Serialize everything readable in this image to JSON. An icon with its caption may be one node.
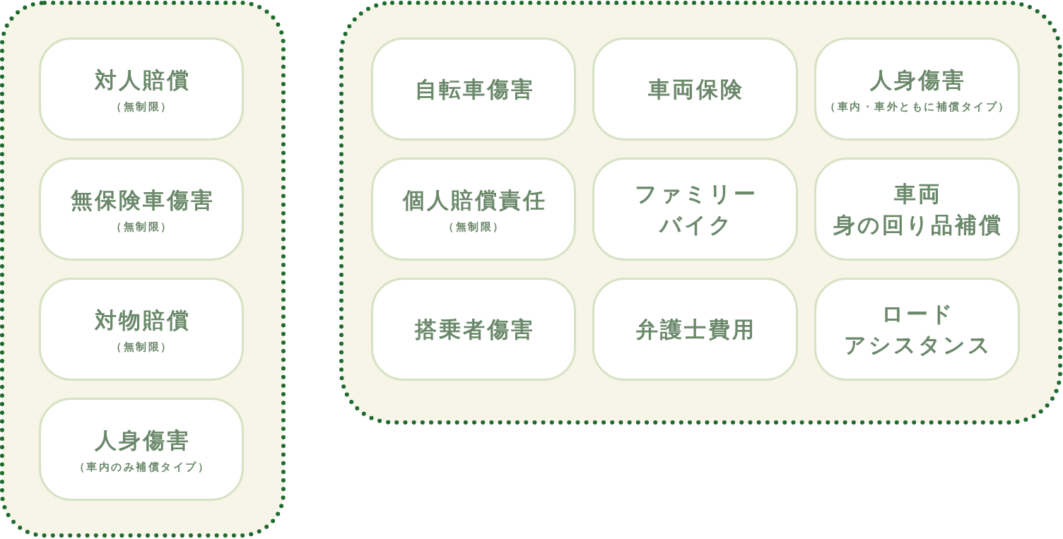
{
  "diagram": {
    "nodes": [
      {
        "text": [],
        "shape": "box"
      },
      {
        "text": [
          "対人賠償",
          "（無制限）"
        ],
        "in": 0
      },
      {
        "text": [
          "無保険車傷害",
          "（無制限）"
        ],
        "in": 0
      },
      {
        "text": [
          "対物賠償",
          "（無制限）"
        ],
        "in": 0
      },
      {
        "text": [
          "人身傷害",
          "（車内のみ補償タイプ）"
        ],
        "in": 0
      },
      {
        "text": [],
        "shape": "box"
      },
      {
        "text": [
          "自転車傷害"
        ],
        "in": 5
      },
      {
        "text": [
          "車両保険"
        ],
        "in": 5
      },
      {
        "text": [
          "人身傷害",
          "（車内・車外ともに補償タイプ）"
        ],
        "in": 5
      },
      {
        "text": [
          "個人賠償責任",
          "（無制限）"
        ],
        "in": 5
      },
      {
        "text": [
          "ファミリーバイク"
        ],
        "in": 5
      },
      {
        "text": [
          "車両身の回り品補償"
        ],
        "in": 5
      },
      {
        "text": [
          "搭乗者傷害"
        ],
        "in": 5
      },
      {
        "text": [
          "弁護士費用"
        ],
        "in": 5
      },
      {
        "text": [
          "ロードアシスタンス"
        ],
        "in": 5
      }
    ]
  }
}
